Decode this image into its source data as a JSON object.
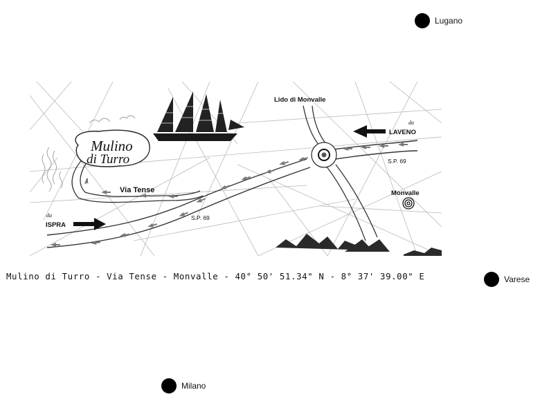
{
  "cities": {
    "lugano": "Lugano",
    "varese": "Varese",
    "milano": "Milano"
  },
  "map": {
    "logo_line1": "Mulino",
    "logo_line2": "di Turro",
    "labels": {
      "lido": "Lido di Monvalle",
      "from_laveno_prefix": "da",
      "laveno": "LAVENO",
      "sp69_east": "S.P. 69",
      "monvalle": "Monvalle",
      "via_tense": "Via Tense",
      "from_ispra_prefix": "da",
      "ispra": "ISPRA",
      "sp69_west": "S.P. 69"
    }
  },
  "caption": "Mulino di Turro - Via Tense - Monvalle - 40° 50' 51.34\" N - 8° 37' 39.00\" E"
}
